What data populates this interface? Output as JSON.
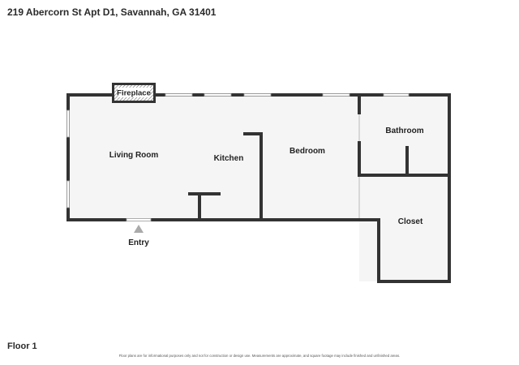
{
  "header": {
    "address": "219 Abercorn St Apt D1, Savannah, GA 31401"
  },
  "plan": {
    "rooms": {
      "fireplace": "Fireplace",
      "living_room": "Living Room",
      "kitchen": "Kitchen",
      "bedroom": "Bedroom",
      "bathroom": "Bathroom",
      "closet": "Closet",
      "entry": "Entry"
    }
  },
  "footer": {
    "floor": "Floor 1",
    "disclaimer": "Floor plans are for informational purposes only and not for construction or design use. Measurements are approximate, and square footage may include finished and unfinished areas."
  },
  "colors": {
    "wall": "#333333",
    "floor": "#f5f5f5",
    "window": "#ffffff"
  }
}
